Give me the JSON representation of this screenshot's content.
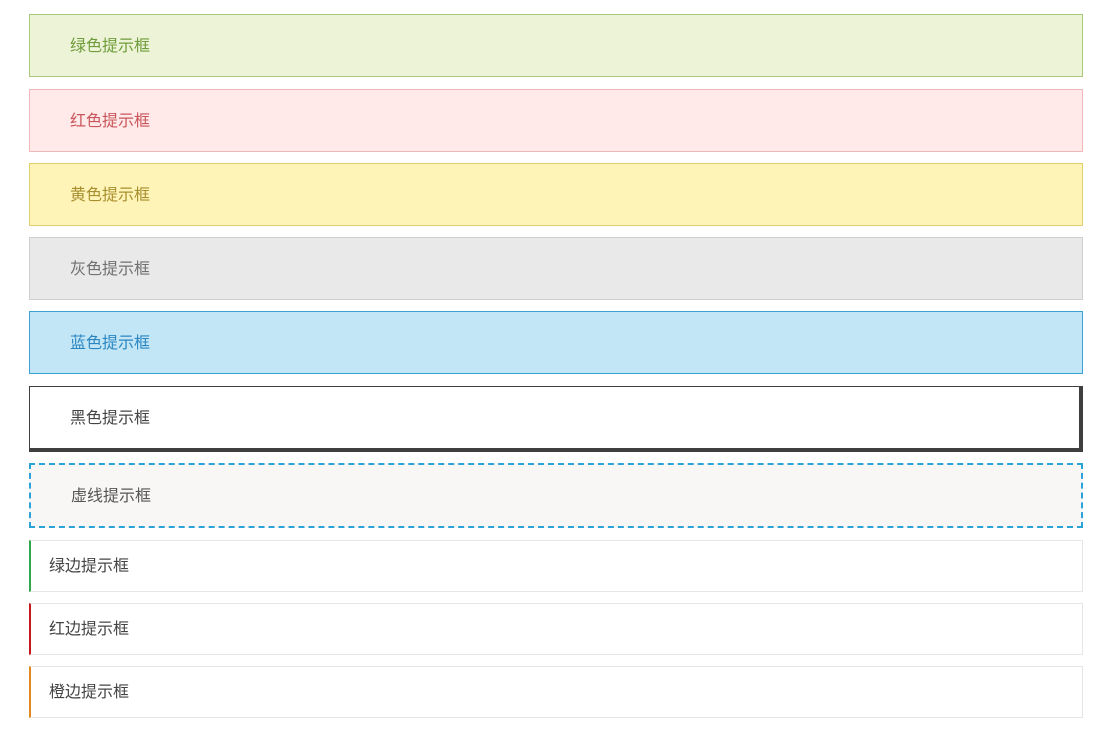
{
  "alerts": [
    {
      "id": "green",
      "label": "绿色提示框",
      "background": "#ecf3d7",
      "border": "#a8c97a",
      "text": "#6f9c3a"
    },
    {
      "id": "red",
      "label": "红色提示框",
      "background": "#ffe9e9",
      "border": "#f0b9b9",
      "text": "#c9555a"
    },
    {
      "id": "yellow",
      "label": "黄色提示框",
      "background": "#fff4b8",
      "border": "#e3cf6a",
      "text": "#a78e2e"
    },
    {
      "id": "gray",
      "label": "灰色提示框",
      "background": "#e9e9e9",
      "border": "#cfcfcf",
      "text": "#707070"
    },
    {
      "id": "blue",
      "label": "蓝色提示框",
      "background": "#c3e6f7",
      "border": "#3aa2d3",
      "text": "#2a86c0"
    },
    {
      "id": "black",
      "label": "黑色提示框",
      "background": "#ffffff",
      "border": "#3f3f3f",
      "text": "#444444"
    },
    {
      "id": "dashed",
      "label": "虚线提示框",
      "background": "#f8f7f5",
      "border": "#2aa3d9",
      "text": "#555555"
    }
  ],
  "side_alerts": [
    {
      "id": "green",
      "label": "绿边提示框",
      "accent": "#2ea84a"
    },
    {
      "id": "red",
      "label": "红边提示框",
      "accent": "#c9181c"
    },
    {
      "id": "orange",
      "label": "橙边提示框",
      "accent": "#e08a1e"
    }
  ]
}
